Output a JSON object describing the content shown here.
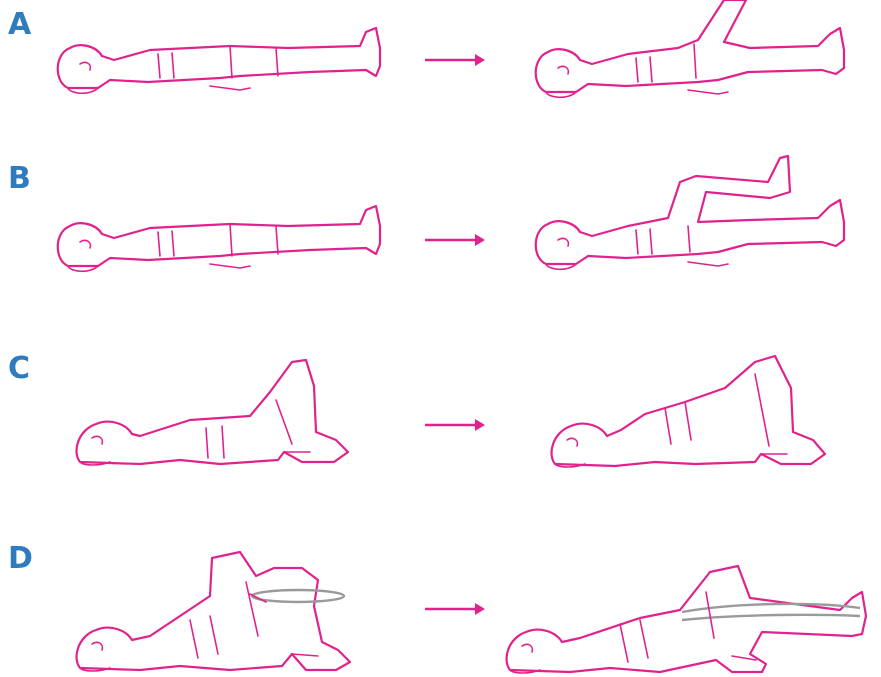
{
  "colors": {
    "label": "#2e7bbd",
    "figure": "#e0238c",
    "band": "#9a9a9a",
    "arrow": "#e0238c"
  },
  "panels": [
    {
      "label": "A",
      "start_pose": "lying-flat",
      "end_pose": "single-straight-leg-raise"
    },
    {
      "label": "B",
      "start_pose": "lying-flat",
      "end_pose": "single-bent-knee-raise"
    },
    {
      "label": "C",
      "start_pose": "hook-lying",
      "end_pose": "bridge"
    },
    {
      "label": "D",
      "start_pose": "knees-to-chest-with-band",
      "end_pose": "leg-extension-with-band"
    }
  ]
}
